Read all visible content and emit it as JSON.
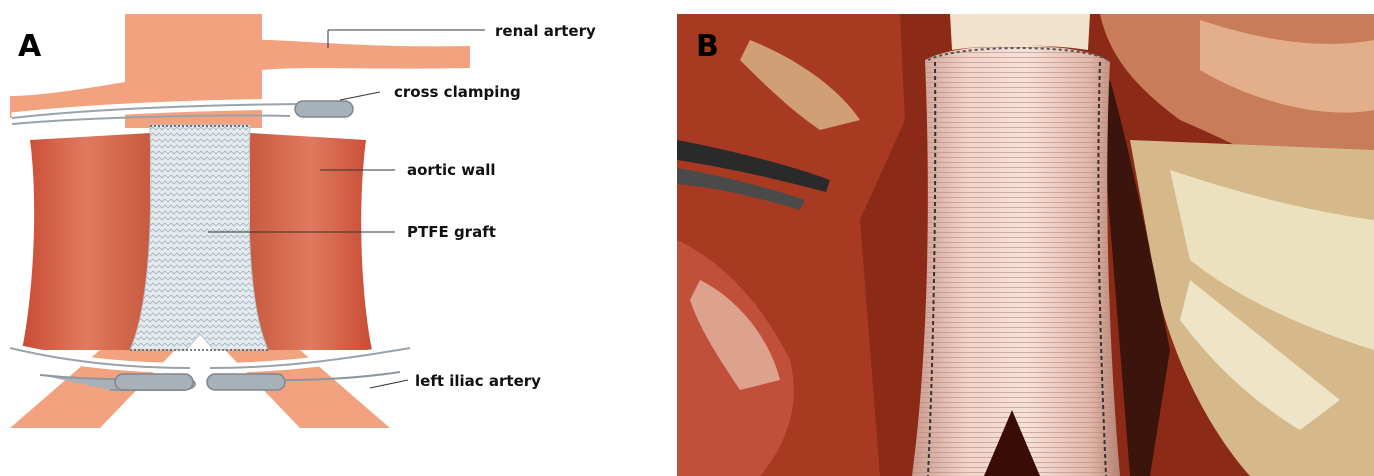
{
  "panels": {
    "a": {
      "letter": "A"
    },
    "b": {
      "letter": "B"
    }
  },
  "labels": {
    "renal": "renal artery",
    "clamp": "cross clamping",
    "wall": "aortic wall",
    "graft": "PTFE graft",
    "iliac": "left iliac artery"
  },
  "colors": {
    "artery": "#f3a27f",
    "aortic_wall": "#d65f46",
    "graft": "#dfe6ea",
    "clamp": "#9aa3ab",
    "photo_tissue": "#b33a24"
  }
}
